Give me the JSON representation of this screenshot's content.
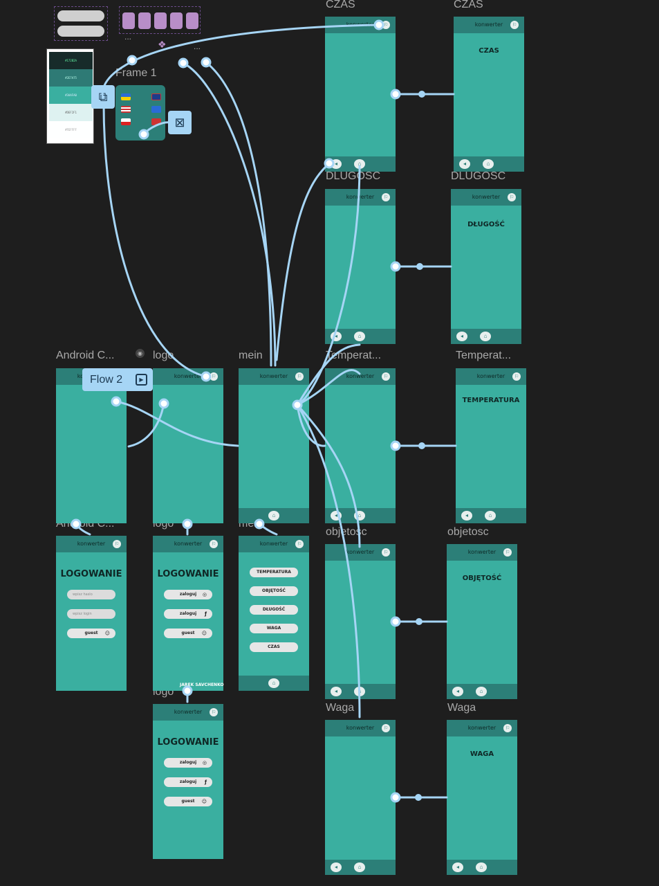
{
  "app": {
    "brand_color": "#3aafa0",
    "header_color": "#2c7f78",
    "connector_color": "#a6d5f5"
  },
  "labels": {
    "czas": "CZAS",
    "dlugosc": "DLUGOSC",
    "android": "Android C...",
    "logo": "logo",
    "mein": "mein",
    "temperat": "Temperat...",
    "objetosc": "objetosc",
    "waga": "Waga",
    "frame1": "Frame 1",
    "flow2": "Flow 2"
  },
  "common": {
    "header_title": "konwerter",
    "flag_icon": "flag-icon",
    "back_icon": "back-arrow-icon",
    "home_icon": "home-icon"
  },
  "screens": {
    "czas_title": "CZAS",
    "dlugosc_title": "DŁUGOŚĆ",
    "temperatura_title": "TEMPERATURA",
    "objetosc_title": "OBJĘTOŚĆ",
    "waga_title": "WAGA",
    "login_title": "LOGOWANIE",
    "login_inputs": [
      "wpisz haslo",
      "wpisz login"
    ],
    "login_buttons": [
      "zaloguj",
      "zaloguj",
      "guest"
    ],
    "menu_buttons": [
      "TEMPERATURA",
      "OBJĘTOŚĆ",
      "DŁUGOŚĆ",
      "WAGA",
      "CZAS"
    ],
    "guest_label": "guest",
    "credit": "JAREK SAVCHENKO"
  },
  "palette": [
    "#172B2A",
    "#2E7A75",
    "#3AAFA0",
    "#DEF2F1",
    "#FEFFFF"
  ],
  "canvas_dots": "..."
}
